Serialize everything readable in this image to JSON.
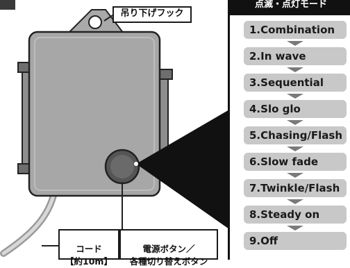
{
  "labels": {
    "hook": "吊り下げフック",
    "cord": "コード\n【約10m】",
    "button": "電源ボタン／\n各種切り替えボタン"
  },
  "panel": {
    "title": "点滅・点灯モード",
    "modes": [
      "1.Combination",
      "2.In wave",
      "3.Sequential",
      "4.Slo glo",
      "5.Chasing/Flash",
      "6.Slow fade",
      "7.Twinkle/Flash",
      "8.Steady on",
      "9.Off"
    ]
  }
}
